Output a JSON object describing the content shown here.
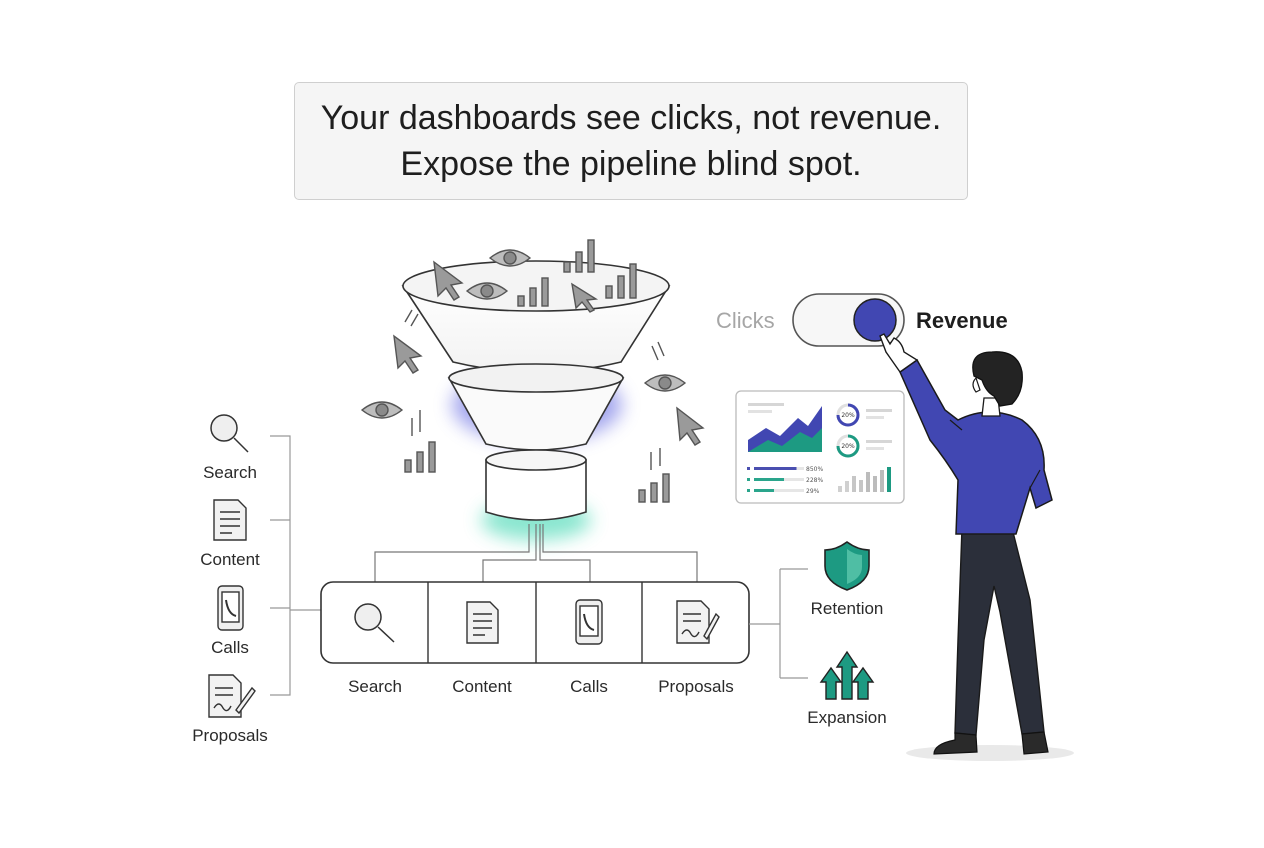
{
  "headline": {
    "line1": "Your dashboards see clicks, not revenue.",
    "line2": "Expose the pipeline blind spot."
  },
  "left_channels": [
    {
      "label": "Search",
      "icon": "magnifier-icon"
    },
    {
      "label": "Content",
      "icon": "document-icon"
    },
    {
      "label": "Calls",
      "icon": "phone-icon"
    },
    {
      "label": "Proposals",
      "icon": "signed-document-icon"
    }
  ],
  "pipeline_channels": [
    {
      "label": "Search",
      "icon": "magnifier-icon"
    },
    {
      "label": "Content",
      "icon": "document-icon"
    },
    {
      "label": "Calls",
      "icon": "phone-icon"
    },
    {
      "label": "Proposals",
      "icon": "signed-document-icon"
    }
  ],
  "outcomes": [
    {
      "label": "Retention",
      "icon": "shield-icon"
    },
    {
      "label": "Expansion",
      "icon": "growth-arrows-icon"
    }
  ],
  "toggle": {
    "left_label": "Clicks",
    "right_label": "Revenue",
    "state": "revenue"
  },
  "dashboard_card": {
    "donut_1": "20%",
    "donut_2": "20%",
    "bars": [
      {
        "value": "850%",
        "fill": 0.85,
        "color": "#4a4fb0"
      },
      {
        "value": "228%",
        "fill": 0.6,
        "color": "#2aa58c"
      },
      {
        "value": "29%",
        "fill": 0.4,
        "color": "#2aa58c"
      }
    ]
  },
  "colors": {
    "indigo": "#4147b2",
    "teal": "#1d9a82",
    "line": "#333333",
    "gray_icon": "#6a6a6a",
    "trousers": "#2b2f3a",
    "hair": "#232323"
  }
}
